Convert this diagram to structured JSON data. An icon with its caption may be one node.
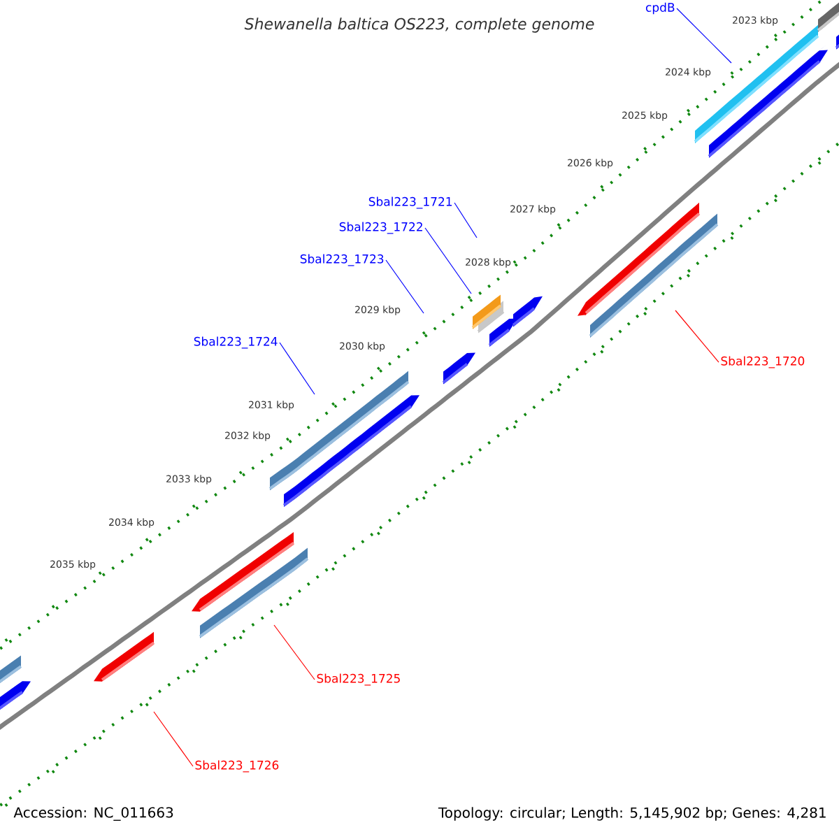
{
  "diagram": {
    "title": "*Shewanella baltica* OS223, complete genome",
    "nodes": [
      {
        "text": [
          "cpdB"
        ]
      },
      {
        "text": [
          "Sbal223_1721"
        ]
      },
      {
        "text": [
          "Sbal223_1722"
        ]
      },
      {
        "text": [
          "Sbal223_1723"
        ]
      },
      {
        "text": [
          "Sbal223_1724"
        ]
      },
      {
        "text": [
          "Sbal223_1720"
        ]
      },
      {
        "text": [
          "Sbal223_1725"
        ]
      },
      {
        "text": [
          "Sbal223_1726"
        ]
      }
    ],
    "edges": [
      {
        "from": 0,
        "to": null,
        "arrow": "none"
      },
      {
        "from": 1,
        "to": null,
        "arrow": "none"
      },
      {
        "from": 2,
        "to": null,
        "arrow": "none"
      },
      {
        "from": 3,
        "to": null,
        "arrow": "none"
      },
      {
        "from": 4,
        "to": null,
        "arrow": "none"
      },
      {
        "from": 5,
        "to": null,
        "arrow": "none",
        "color": "#ff0000"
      },
      {
        "from": 6,
        "to": null,
        "arrow": "none",
        "color": "#ff0000"
      },
      {
        "from": 7,
        "to": null,
        "arrow": "none",
        "color": "#ff0000"
      }
    ],
    "labels": [
      "2023 kbp",
      "2024 kbp",
      "2025 kbp",
      "2026 kbp",
      "2027 kbp",
      "2028 kbp",
      "2029 kbp",
      "2030 kbp",
      "2031 kbp",
      "2032 kbp",
      "2033 kbp",
      "2034 kbp",
      "2035 kbp",
      "Accession: NC_011663",
      "Topology: circular; Length: 5,145,902 bp; Genes: 4,281"
    ]
  }
}
